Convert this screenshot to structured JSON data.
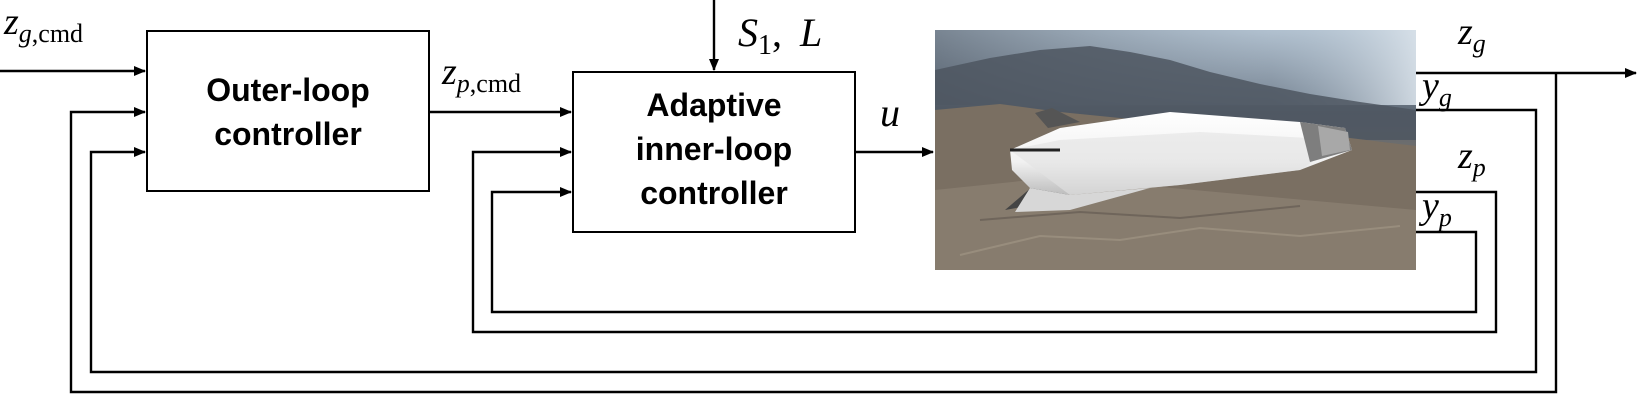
{
  "diagram": {
    "blocks": {
      "outer": {
        "line1": "Outer-loop",
        "line2": "controller"
      },
      "inner": {
        "line1": "Adaptive",
        "line2": "inner-loop",
        "line3": "controller"
      }
    },
    "signals": {
      "zg_cmd": {
        "base": "z",
        "sub": "g",
        "sub2": ",cmd"
      },
      "zp_cmd": {
        "base": "z",
        "sub": "p",
        "sub2": ",cmd"
      },
      "params": {
        "s": "S",
        "s_sub": "1",
        "sep": ",",
        "l": "L"
      },
      "u": "u",
      "zg": {
        "base": "z",
        "sub": "g"
      },
      "yg": {
        "base": "y",
        "sub": "g"
      },
      "zp": {
        "base": "z",
        "sub": "p"
      },
      "yp": {
        "base": "y",
        "sub": "p"
      }
    },
    "plant_image": "hypersonic vehicle over mountainous terrain (photo)"
  }
}
